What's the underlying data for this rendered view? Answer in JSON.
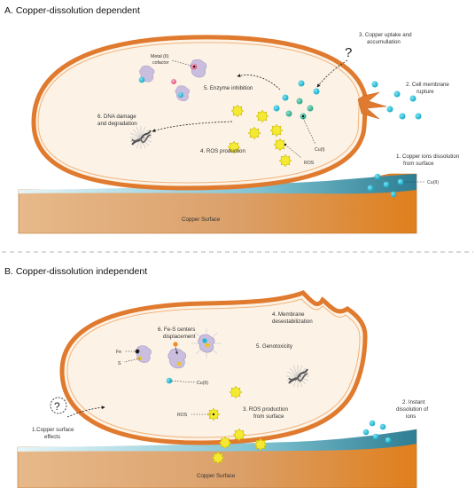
{
  "panel_a": {
    "title": "A. Copper-dissolution dependent",
    "step1_l1": "1. Copper ions dissolution",
    "step1_l2": "from surface",
    "step2_l1": "2. Cell membrane",
    "step2_l2": "rupture",
    "step3_l1": "3. Copper uptake and",
    "step3_l2": "accumullation",
    "step3_mark": "?",
    "step4": "4. ROS production",
    "step5": "5. Enzyme inhibition",
    "step6_l1": "6. DNA damage",
    "step6_l2": "and degradation",
    "metal_l1": "Metal (II)",
    "metal_l2": "cofactor",
    "cu1": "Cu(I)",
    "cu2": "Cu(II)",
    "ros": "ROS",
    "surface": "Copper Surface"
  },
  "panel_b": {
    "title": "B. Copper-dissolution independent",
    "step1_l1": "1.Copper surface",
    "step1_l2": "effects",
    "step1_mark": "?",
    "step2_l1": "2. Instant",
    "step2_l2": "dissolution of",
    "step2_l3": "ions",
    "step3_l1": "3. ROS production",
    "step3_l2": "from surface",
    "step4_l1": "4. Membrane",
    "step4_l2": "desestabilization",
    "step5": "5. Genotoxicity",
    "step6_l1": "6. Fe-S centers",
    "step6_l2": "displacement",
    "fe": "Fe",
    "s": "S",
    "cu2": "Cu(II)",
    "ros": "ROS",
    "surface": "Copper Surface"
  },
  "colors": {
    "cell_outline": "#e07a2e",
    "cytoplasm": "#fcf3e6",
    "copper_ion": "#1cb8d4",
    "cu1_ion": "#2fb59b",
    "ros": "#f0e21c",
    "enzyme": "#c9bede",
    "surface_light": "#e7b98a",
    "surface_dark": "#e07f1c",
    "surface_top": "#3e90a6"
  }
}
